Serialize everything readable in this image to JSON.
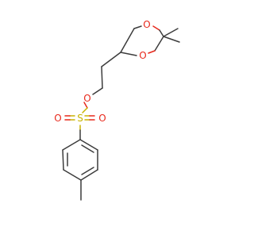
{
  "atoms": {
    "o_ring_top": "O",
    "o_ring_bottom": "O",
    "o_ester": "O",
    "o_sulfonyl_left": "O",
    "o_sulfonyl_right": "O",
    "s_sulfonyl": "S"
  },
  "colors": {
    "bond": "#3c3c3c",
    "oxygen": "#e8291c",
    "sulfur": "#c8b400",
    "background": "#ffffff"
  }
}
